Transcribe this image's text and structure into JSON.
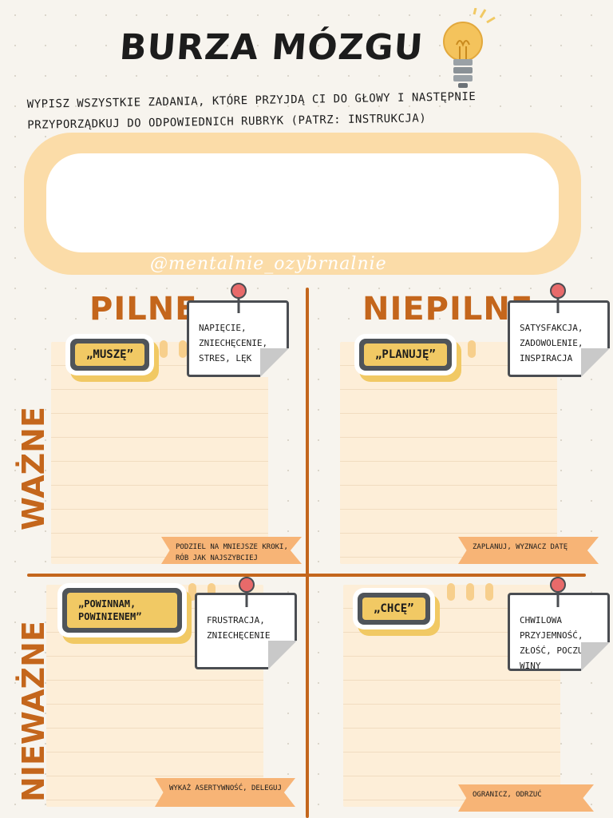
{
  "header": {
    "title": "BURZA MÓZGU",
    "instruction": "WYPISZ WSZYSTKIE ZADANIA, KTÓRE PRZYJDĄ CI DO GŁOWY I NASTĘPNIE PRZYPORZĄDKUJ DO ODPOWIEDNICH RUBRYK (PATRZ: INSTRUKCJA)"
  },
  "brainstorm": {
    "handle": "@mentalnie_ozybrnalnie"
  },
  "axes": {
    "top_left": "PILNE",
    "top_right": "NIEPILNE",
    "left_top": "WAŻNE",
    "left_bottom": "NIEWAŻNE"
  },
  "quadrants": {
    "q1": {
      "badge": "„MUSZĘ”",
      "note": "NAPIĘCIE, ZNIECHĘCENIE, STRES, LĘK",
      "ribbon": "PODZIEL NA MNIEJSZE KROKI, RÓB JAK NAJSZYBCIEJ"
    },
    "q2": {
      "badge": "„PLANUJĘ”",
      "note": "SATYSFAKCJA, ZADOWOLENIE, INSPIRACJA",
      "ribbon": "ZAPLANUJ, WYZNACZ DATĘ"
    },
    "q3": {
      "badge": "„POWINNAM, POWINIENEM”",
      "note": "FRUSTRACJA, ZNIECHĘCENIE",
      "ribbon": "WYKAŻ ASERTYWNOŚĆ, DELEGUJ"
    },
    "q4": {
      "badge": "„CHCĘ”",
      "note": "CHWILOWA PRZYJEMNOŚĆ, ZŁOŚĆ, POCZUCIE WINY",
      "ribbon": "OGRANICZ, ODRZUĆ"
    }
  },
  "colors": {
    "accent": "#c4661c",
    "paper": "#fdeed8",
    "badge": "#f1c964",
    "ribbon": "#f7b476"
  },
  "icons": [
    "lightbulb-icon",
    "pushpin-icon"
  ]
}
